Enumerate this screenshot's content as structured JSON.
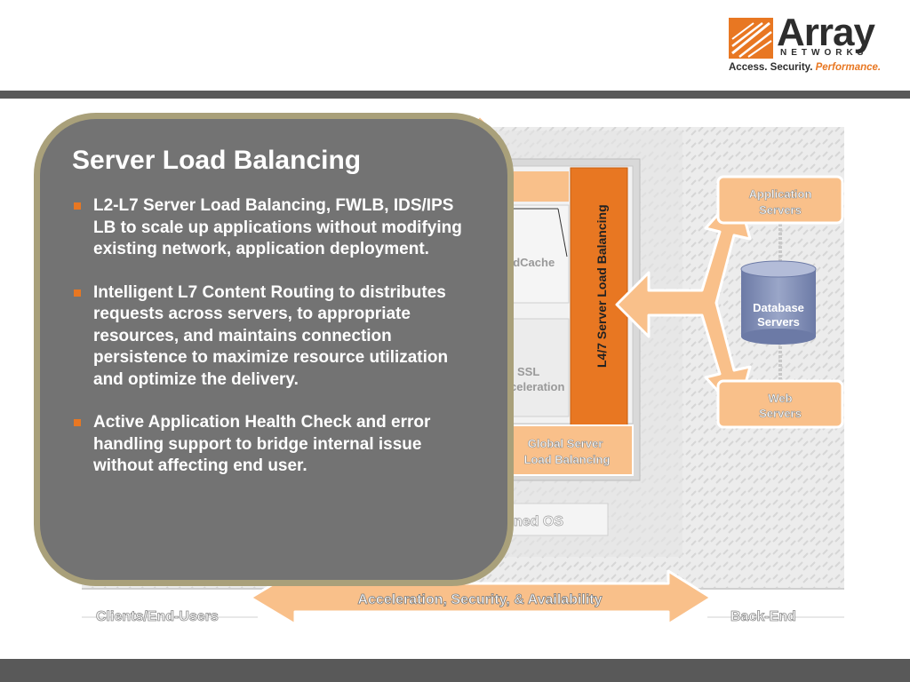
{
  "logo": {
    "word": "Array",
    "networks": "NETWORKS",
    "tagline_main": "Access. Security. ",
    "tagline_accent": "Performance."
  },
  "card": {
    "title": "Server Load Balancing",
    "bullets": [
      "L2-L7 Server Load Balancing, FWLB, IDS/IPS LB to scale up applications without  modifying existing  network, application deployment.",
      "Intelligent L7 Content Routing to distributes requests across servers, to appropriate resources, and maintains connection persistence to maximize resource utilization and optimize the delivery.",
      "Active Application Health Check  and error handling support to bridge internal issue  without affecting end user."
    ]
  },
  "diagram": {
    "slb_label": "L4/7 Server Load Balancing",
    "cache_label": "edCache",
    "ssl_label_1": "SSL",
    "ssl_label_2": "celeration",
    "gslb_label_1": "Global Server",
    "gslb_label_2": "Load Balancing",
    "os_label": "ned OS",
    "app_servers_1": "Application",
    "app_servers_2": "Servers",
    "db_servers_1": "Database",
    "db_servers_2": "Servers",
    "web_servers_1": "Web",
    "web_servers_2": "Servers",
    "arrow_label": "Acceleration, Security, & Availability",
    "clients_label": "Clients/End-Users",
    "backend_label": "Back-End"
  },
  "colors": {
    "orange": "#e87722",
    "peach": "#f9c08a",
    "card_gray": "#737373",
    "card_border": "#a9a07a",
    "bar_gray": "#595959",
    "db_blue": "#7f8db6"
  }
}
